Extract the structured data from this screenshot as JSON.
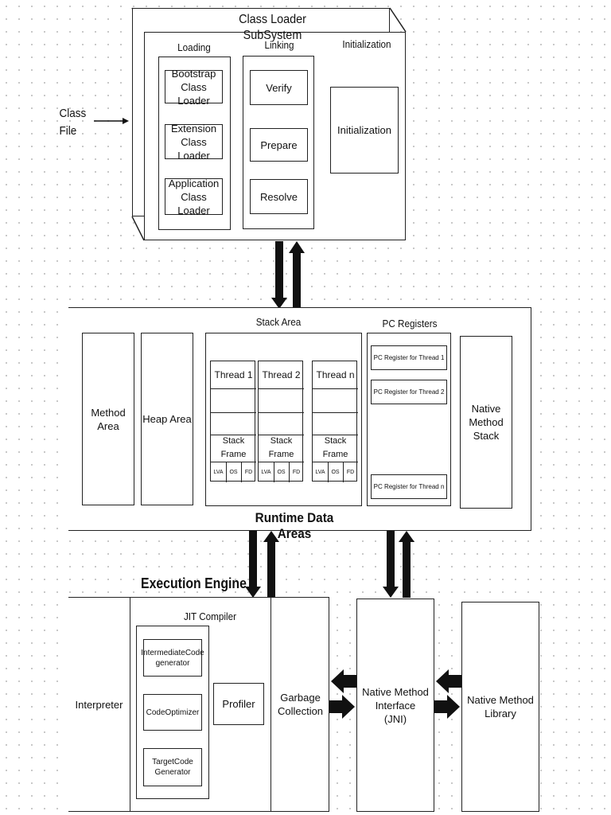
{
  "class_loader": {
    "title": "Class Loader SubSystem",
    "input_label": "Class\nFile",
    "loading": {
      "title": "Loading",
      "items": [
        "Bootstrap\nClass Loader",
        "Extension\nClass Loader",
        "Application\nClass Loader"
      ]
    },
    "linking": {
      "title": "Linking",
      "items": [
        "Verify",
        "Prepare",
        "Resolve"
      ]
    },
    "initialization": {
      "title": "Initialization",
      "box": "Initialization"
    }
  },
  "runtime": {
    "title": "Runtime Data Areas",
    "method_area": "Method\nArea",
    "heap_area": "Heap Area",
    "stack_area": {
      "title": "Stack Area",
      "threads": [
        {
          "name": "Thread 1",
          "frame": "Stack Frame",
          "cells": [
            "LVA",
            "OS",
            "FD"
          ]
        },
        {
          "name": "Thread 2",
          "frame": "Stack Frame",
          "cells": [
            "LVA",
            "OS",
            "FD"
          ]
        },
        {
          "name": "Thread n",
          "frame": "Stack Frame",
          "cells": [
            "LVA",
            "OS",
            "FD"
          ]
        }
      ]
    },
    "pc_registers": {
      "title": "PC Registers",
      "items": [
        "PC Register for Thread 1",
        "PC Register for Thread 2",
        "PC Register for Thread n"
      ]
    },
    "native_method_stack": "Native\nMethod\nStack"
  },
  "execution_engine": {
    "title": "Execution Engine",
    "interpreter": "Interpreter",
    "jit": {
      "title": "JIT Compiler",
      "items": [
        "IntermediateCode\ngenerator",
        "CodeOptimizer",
        "TargetCode\nGenerator"
      ],
      "profiler": "Profiler"
    },
    "garbage_collection": "Garbage\nCollection"
  },
  "jni": "Native Method\nInterface\n(JNI)",
  "native_library": "Native Method\nLibrary"
}
